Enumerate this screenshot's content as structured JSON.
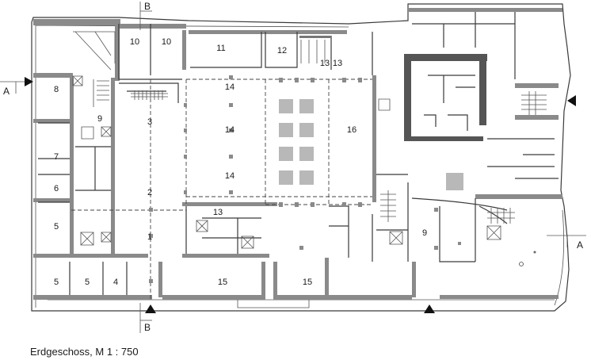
{
  "caption": "Erdgeschoss, M 1 : 750",
  "rooms": {
    "r1": "1",
    "r2": "2",
    "r3": "3",
    "r4": "4",
    "r5a": "5",
    "r5b": "5",
    "r5c": "5",
    "r6": "6",
    "r7": "7",
    "r8": "8",
    "r9a": "9",
    "r9b": "9",
    "r10a": "10",
    "r10b": "10",
    "r11": "11",
    "r12": "12",
    "r13a": "13",
    "r13b": "13",
    "r13c": "13",
    "r14a": "14",
    "r14b": "14",
    "r14c": "14",
    "r15a": "15",
    "r15b": "15",
    "r16": "16"
  },
  "sections": {
    "a_left": "A",
    "a_right": "A",
    "b_top": "B",
    "b_bottom": "B"
  }
}
